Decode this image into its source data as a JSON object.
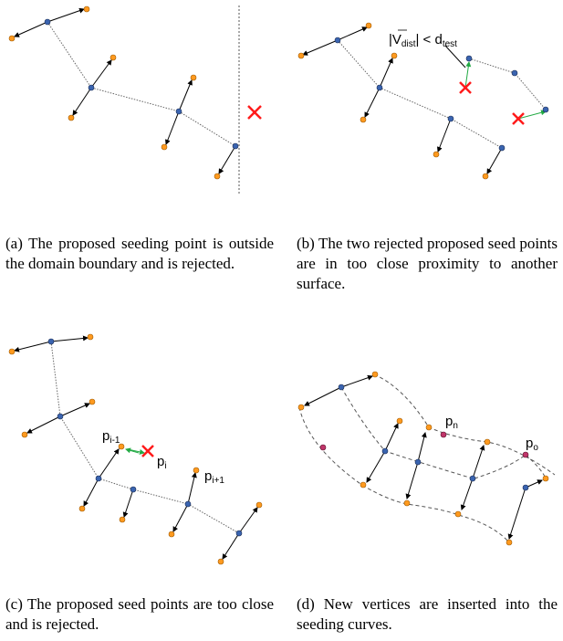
{
  "panels": {
    "a": {
      "caption": "(a) The proposed seeding point is outside the domain boundary and is rejected."
    },
    "b": {
      "caption": "(b) The two rejected proposed seed points are in too close proximity to another surface.",
      "annotation": {
        "prefix": "|",
        "vec": "V",
        "vec_sub": "dist",
        "mid": "| < d",
        "rhs_sub": "test"
      }
    },
    "c": {
      "caption": "(c) The proposed seed points are too close and is rejected.",
      "labels": {
        "p_prev": {
          "base": "p",
          "sub": "i-1"
        },
        "p_cur": {
          "base": "p",
          "sub": "i"
        },
        "p_next": {
          "base": "p",
          "sub": "i+1"
        }
      }
    },
    "d": {
      "caption": "(d) New vertices are inserted into the seeding curves.",
      "labels": {
        "pn": {
          "base": "p",
          "sub": "n"
        },
        "po": {
          "base": "p",
          "sub": "o"
        }
      }
    }
  },
  "colors": {
    "blue": "#3a64b0",
    "orange": "#ff9a1f",
    "magenta": "#c0356a",
    "red": "#ff1a1a",
    "green": "#22aa44",
    "line": "#666666"
  }
}
